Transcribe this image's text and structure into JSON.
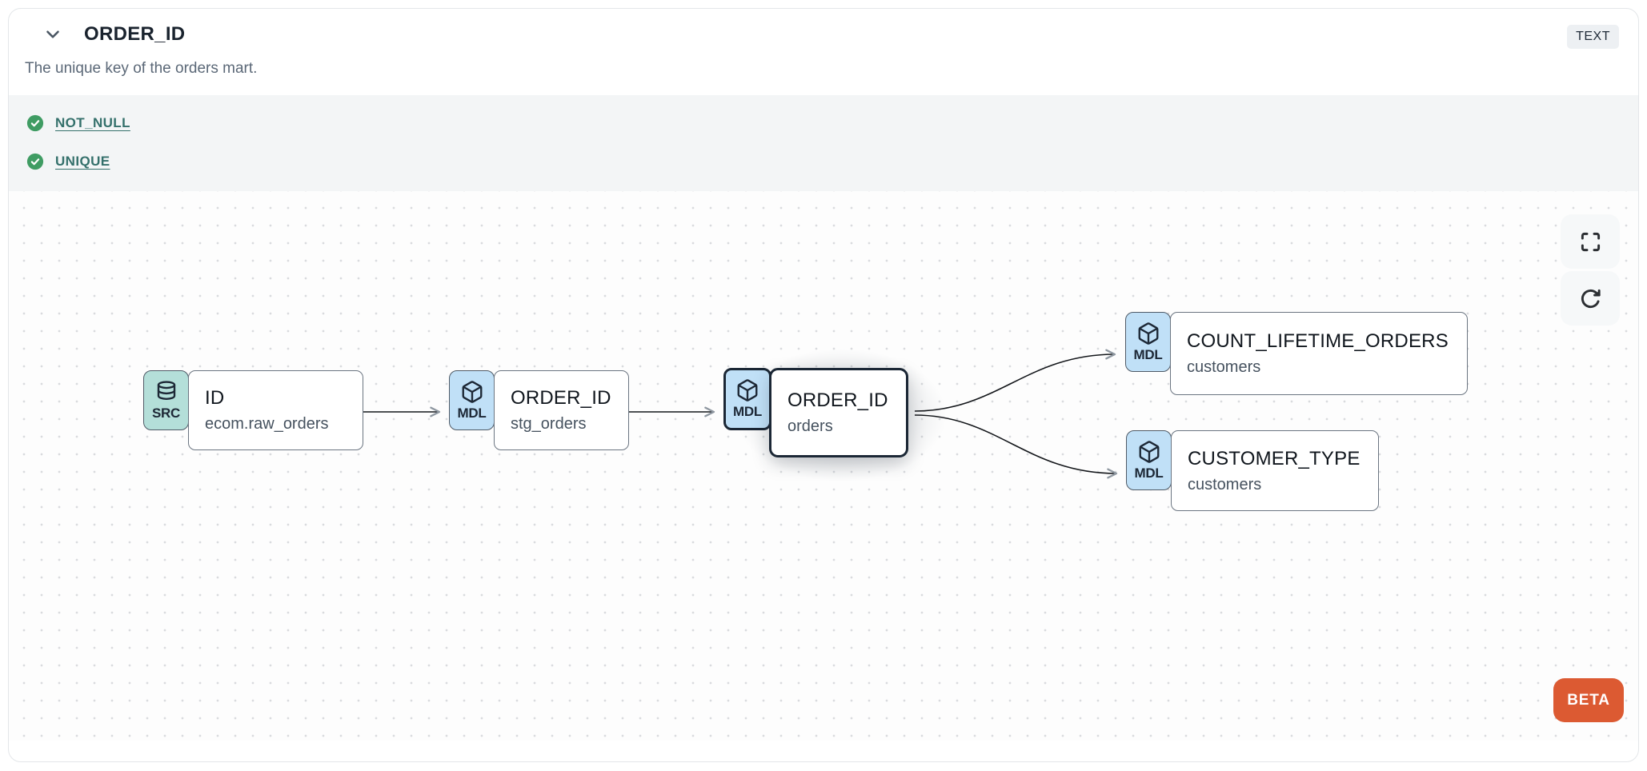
{
  "header": {
    "title": "ORDER_ID",
    "description": "The unique key of the orders mart.",
    "type_badge": "TEXT"
  },
  "tests": [
    {
      "name": "NOT_NULL",
      "status": "passed"
    },
    {
      "name": "UNIQUE",
      "status": "passed"
    }
  ],
  "lineage": {
    "nodes": [
      {
        "badge": "SRC",
        "icon": "database",
        "title": "ID",
        "subtitle": "ecom.raw_orders",
        "selected": false
      },
      {
        "badge": "MDL",
        "icon": "box",
        "title": "ORDER_ID",
        "subtitle": "stg_orders",
        "selected": false
      },
      {
        "badge": "MDL",
        "icon": "box",
        "title": "ORDER_ID",
        "subtitle": "orders",
        "selected": true
      },
      {
        "badge": "MDL",
        "icon": "box",
        "title": "COUNT_LIFETIME_ORDERS",
        "subtitle": "customers",
        "selected": false
      },
      {
        "badge": "MDL",
        "icon": "box",
        "title": "CUSTOMER_TYPE",
        "subtitle": "customers",
        "selected": false
      }
    ],
    "edges": [
      {
        "from": "ID.ecom.raw_orders",
        "to": "ORDER_ID.stg_orders"
      },
      {
        "from": "ORDER_ID.stg_orders",
        "to": "ORDER_ID.orders"
      },
      {
        "from": "ORDER_ID.orders",
        "to": "COUNT_LIFETIME_ORDERS.customers"
      },
      {
        "from": "ORDER_ID.orders",
        "to": "CUSTOMER_TYPE.customers"
      }
    ],
    "beta_label": "BETA"
  },
  "colors": {
    "accent_orange": "#dc5a32",
    "check_green": "#3f9c63",
    "link_teal": "#34706b",
    "badge_src_bg": "#b4dfd9",
    "badge_mdl_bg": "#c0e0f7",
    "selected_border": "#1b2735",
    "tests_band_bg": "#f3f5f6"
  }
}
